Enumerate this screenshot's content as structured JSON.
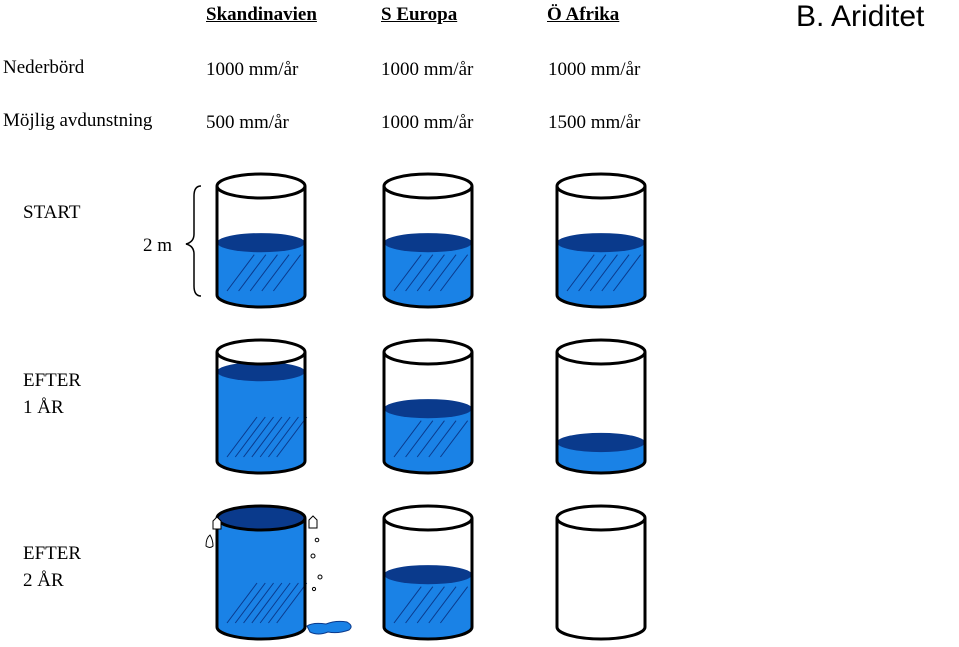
{
  "title": "B. Ariditet",
  "columns": [
    {
      "name": "Skandinavien",
      "precipitation": "1000 mm/år",
      "evaporation": "500 mm/år",
      "levels": {
        "start": 0.48,
        "after_1": 0.82,
        "after_2": 1.0
      }
    },
    {
      "name": "S Europa",
      "precipitation": "1000 mm/år",
      "evaporation": "1000 mm/år",
      "levels": {
        "start": 0.48,
        "after_1": 0.48,
        "after_2": 0.48
      }
    },
    {
      "name": "Ö Afrika",
      "precipitation": "1000 mm/år",
      "evaporation": "1500 mm/år",
      "levels": {
        "start": 0.48,
        "after_1": 0.17,
        "after_2": 0.0
      }
    }
  ],
  "row_labels": {
    "precipitation": "Nederbörd",
    "evaporation": "Möjlig avdunstning"
  },
  "stages": [
    {
      "line1": "START",
      "line2": ""
    },
    {
      "line1": "EFTER",
      "line2": "1 ÅR"
    },
    {
      "line1": "EFTER",
      "line2": "2 ÅR"
    }
  ],
  "dimension_label": "2 m",
  "colors": {
    "water": "#1a82e6",
    "water_top": "#0a3a8c",
    "outline": "#000000"
  }
}
